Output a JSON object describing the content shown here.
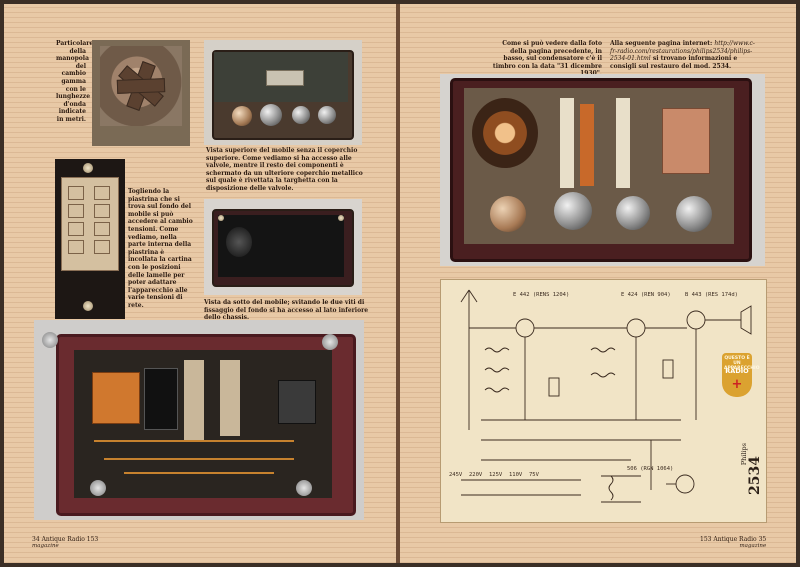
{
  "left_page": {
    "caption_knob": "Particolare della manopola del cambio gamma con le lunghezze d'onda indicate in metri.",
    "caption_top": "Vista superiore del mobile senza il coperchio superiore. Come vediamo si ha accesso alle valvole, mentre il resto dei componenti è schermato da un ulteriore coperchio metallico sul quale è rivettata la targhetta con la disposizione delle valvole.",
    "caption_plate": "Togliendo la piastrina che si trova sul fondo del mobile si può accedere al cambio tensioni. Come vediamo, nella parte interna della piastrina è incollata la cartina con le posizioni delle lamelle per poter adattare l'apparecchio alle varie tensioni di rete.",
    "caption_bottom": "Vista da sotto del mobile; svitando le due viti di fissaggio del fondo si ha accesso al lato inferiore dello chassis.",
    "footer_page": "34",
    "footer_title": "Antique Radio 153",
    "footer_sub": "magazine"
  },
  "right_page": {
    "caption_chassis": "Come si può vedere dalla foto della pagina precedente, in basso, sul condensatore c'è il timbro con la data \"31 dicembre 1930\".",
    "caption_link_prefix": "Alla seguente pagina internet:",
    "caption_link_url": "http://www.c-fr-radio.com/restaurations/philips2534/philips-2534-01.html",
    "caption_link_suffix": "si trovano informazioni e consigli sul restauro del mod. 2534.",
    "footer_page": "35",
    "footer_title": "153 Antique Radio",
    "footer_sub": "magazine"
  },
  "schematic": {
    "tube_1": "E 442 (RENS 1204)",
    "tube_2": "E 424 (REN 904)",
    "tube_3": "B 443 (RES 174d)",
    "rectifier": "506 (RGN 1064)",
    "voltages": [
      "245V",
      "220V",
      "125V",
      "110V",
      "75V"
    ],
    "badge_line1": "QUESTO È UN APPARECCHIO",
    "badge_line2": "RADIO",
    "badge_plus": "+",
    "brand": "Philips",
    "model": "2534"
  },
  "colors": {
    "page": "#e8c9a6",
    "chassis_red": "#6a2b2f",
    "coil_orange": "#d0782e",
    "badge": "#dba230"
  }
}
